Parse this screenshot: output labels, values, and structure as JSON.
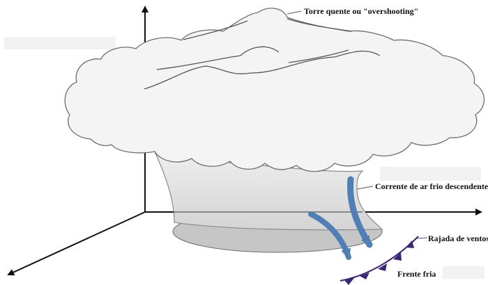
{
  "labels": {
    "overshoot": "Torre quente ou \"overshooting\"",
    "downdraft": "Corrente de ar frio descendente",
    "gust": "Rajada de ventos",
    "front": "Frente fria"
  },
  "colors": {
    "cloud_fill": "#f4f4f4",
    "cloud_stroke": "#6e6e6e",
    "stem_fill": "#dcdcdc",
    "base_fill": "#c4c4c4",
    "arrow": "#4f7fb4",
    "front": "#3a2673",
    "axis": "#111111"
  }
}
